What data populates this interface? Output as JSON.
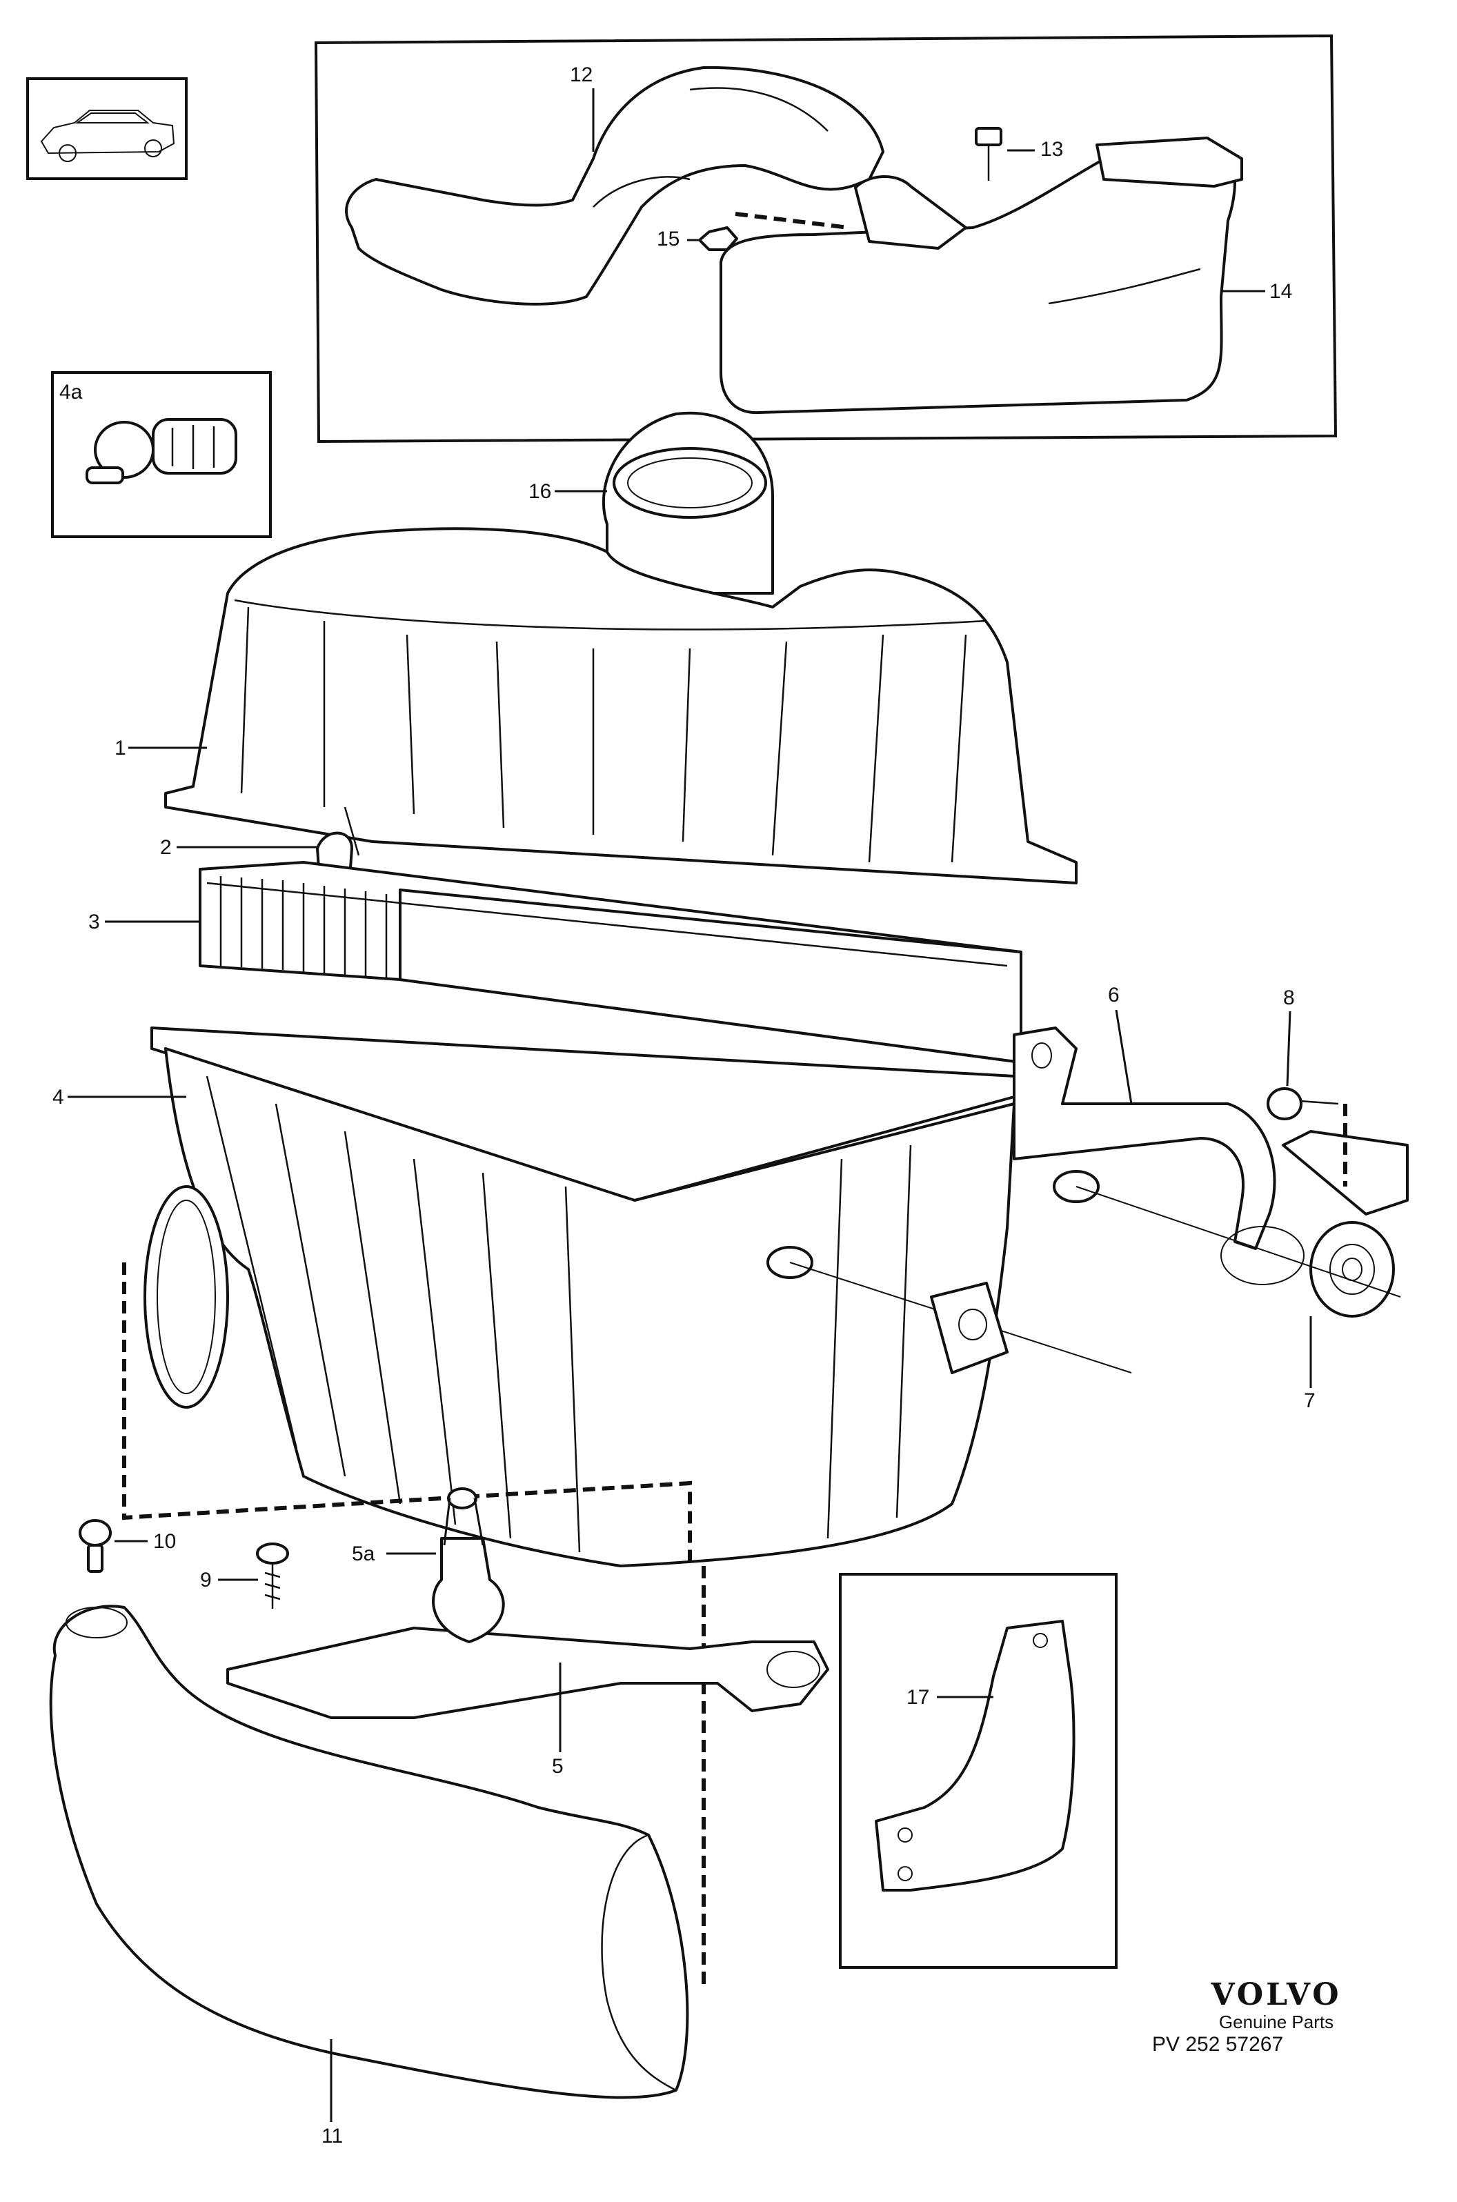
{
  "labels": {
    "p1": "1",
    "p2": "2",
    "p3": "3",
    "p4": "4",
    "p4a": "4a",
    "p5": "5",
    "p5a": "5a",
    "p6": "6",
    "p7": "7",
    "p8": "8",
    "p9": "9",
    "p10": "10",
    "p11": "11",
    "p12": "12",
    "p13": "13",
    "p14": "14",
    "p15": "15",
    "p16": "16",
    "p17": "17"
  },
  "brand": {
    "logo": "VOLVO",
    "subtitle": "Genuine Parts",
    "code": "PV 252   57267"
  },
  "icons": [
    "car-thumbnail-icon",
    "connector-4a-icon"
  ]
}
